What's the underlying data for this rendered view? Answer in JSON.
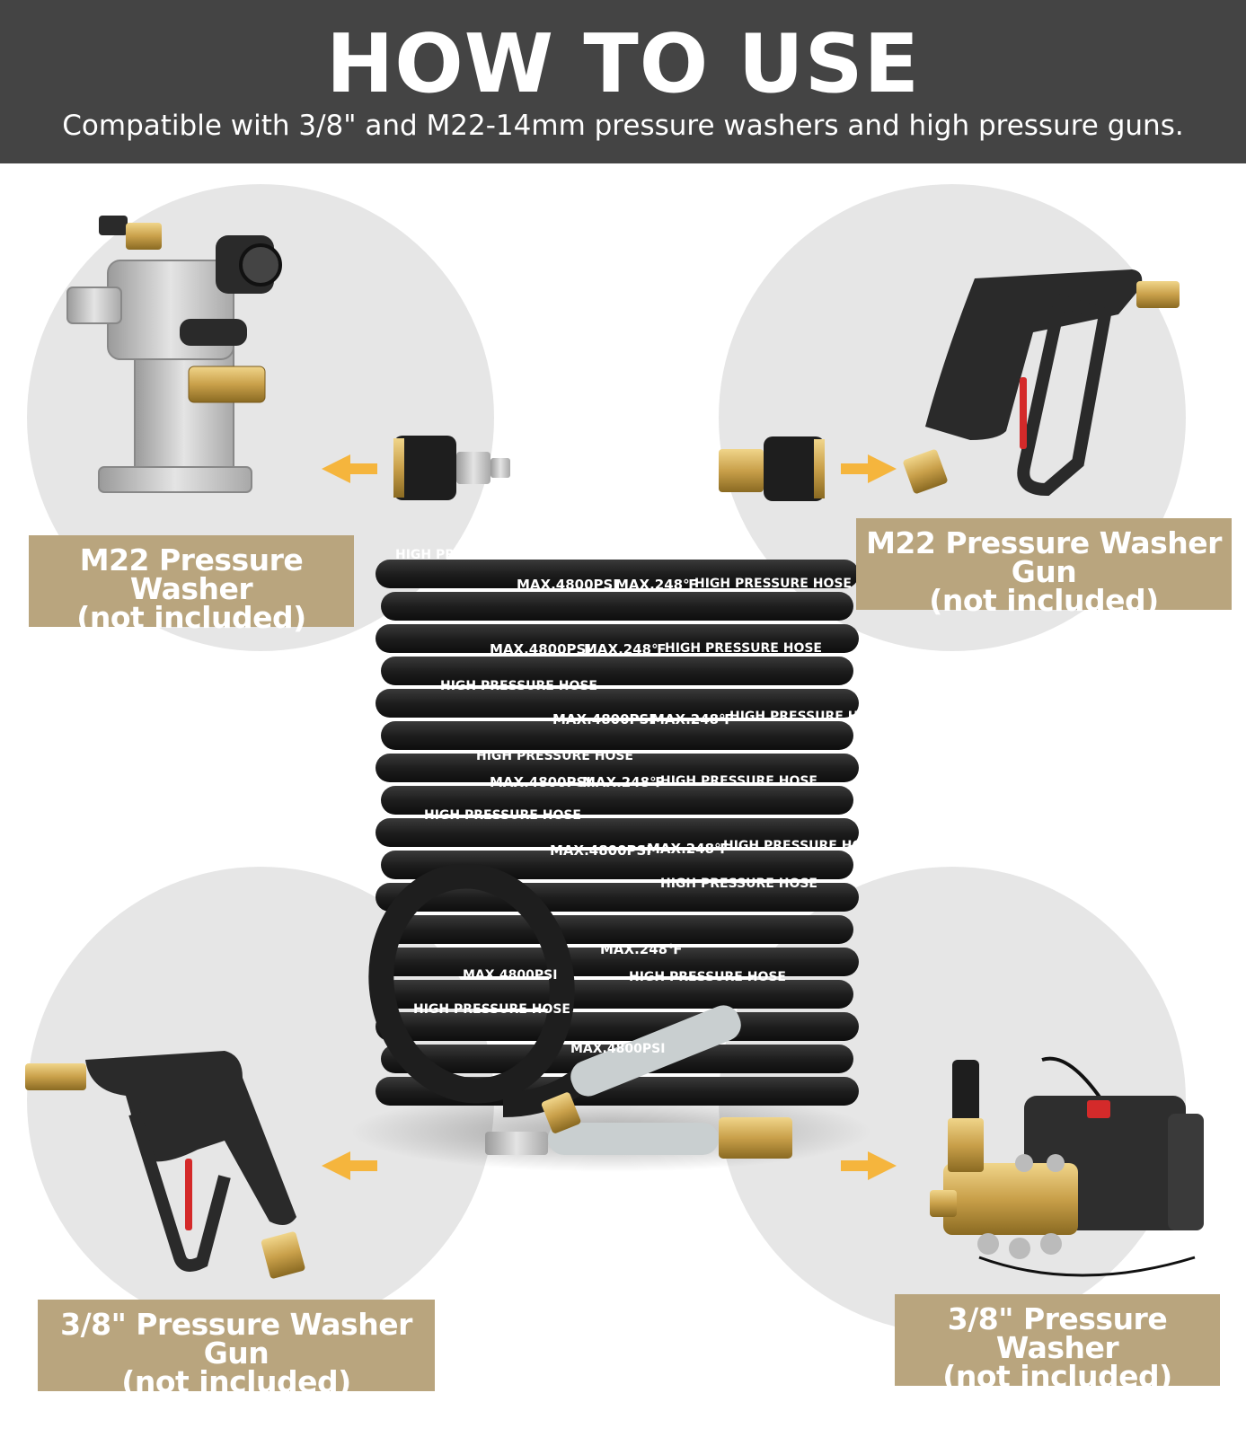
{
  "header": {
    "title": "HOW TO USE",
    "subtitle": "Compatible with 3/8\" and M22-14mm pressure washers and high pressure guns."
  },
  "labels": {
    "top_left": {
      "line1": "M22 Pressure Washer",
      "line2": "(not included)"
    },
    "top_right": {
      "line1": "M22 Pressure Washer Gun",
      "line2": "(not included)"
    },
    "bottom_left": {
      "line1": "3/8\" Pressure Washer Gun",
      "line2": "(not included)"
    },
    "bottom_right": {
      "line1": "3/8\" Pressure Washer",
      "line2": "(not included)"
    }
  },
  "hose_print": {
    "max_psi": "MAX.4800PSI",
    "max_temp": "MAX.248℉",
    "name": "HIGH PRESSURE HOSE"
  },
  "colors": {
    "header_bg": "#444444",
    "label_bg": "#b9a57e",
    "circle_bg": "#e6e6e6",
    "arrow": "#f5b53d",
    "brass": "#c9a04a",
    "hose": "#1e1e1e"
  },
  "icons": [
    "arrow-left-icon",
    "arrow-right-icon",
    "pump-icon",
    "spray-gun-icon",
    "hose-reel-icon",
    "coupler-icon"
  ]
}
